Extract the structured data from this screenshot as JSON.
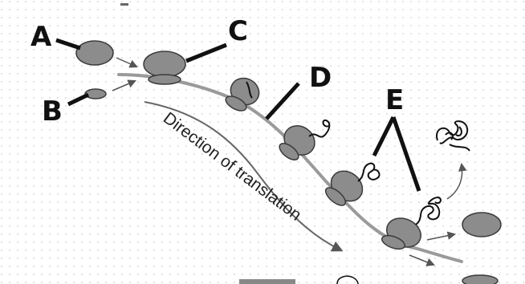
{
  "diagram": {
    "labels": {
      "a": "A",
      "b": "B",
      "c": "C",
      "d": "D",
      "e": "E"
    },
    "direction_text": "Direction of translation",
    "colors": {
      "ribosome": "#8c8c8c",
      "ribosome_stroke": "#3a3a3a",
      "mrna": "#9a9a9a",
      "ink": "#111111",
      "grid_dot": "#c9c9c9"
    }
  }
}
